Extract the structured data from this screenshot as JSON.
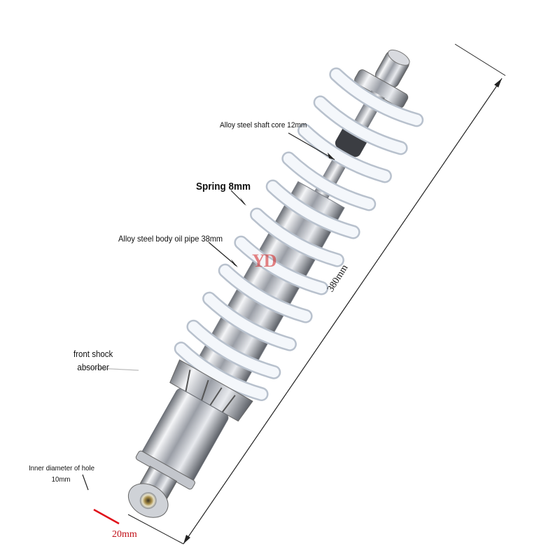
{
  "annotations": {
    "shaft_core": "Alloy steel shaft core 12mm",
    "spring": "Spring 8mm",
    "body_oil_pipe": "Alloy steel body oil pipe 38mm",
    "front_shock_line1": "front shock",
    "front_shock_line2": "absorber",
    "hole_line1": "Inner diameter of hole",
    "hole_line2": "10mm"
  },
  "dimensions": {
    "length": "380mm",
    "width": "20mm"
  },
  "watermark": "YD",
  "colors": {
    "spring": "#f4f7fb",
    "chrome": "#c9ccd2",
    "measure_red": "#e0101a",
    "watermark_red": "#d42020"
  }
}
